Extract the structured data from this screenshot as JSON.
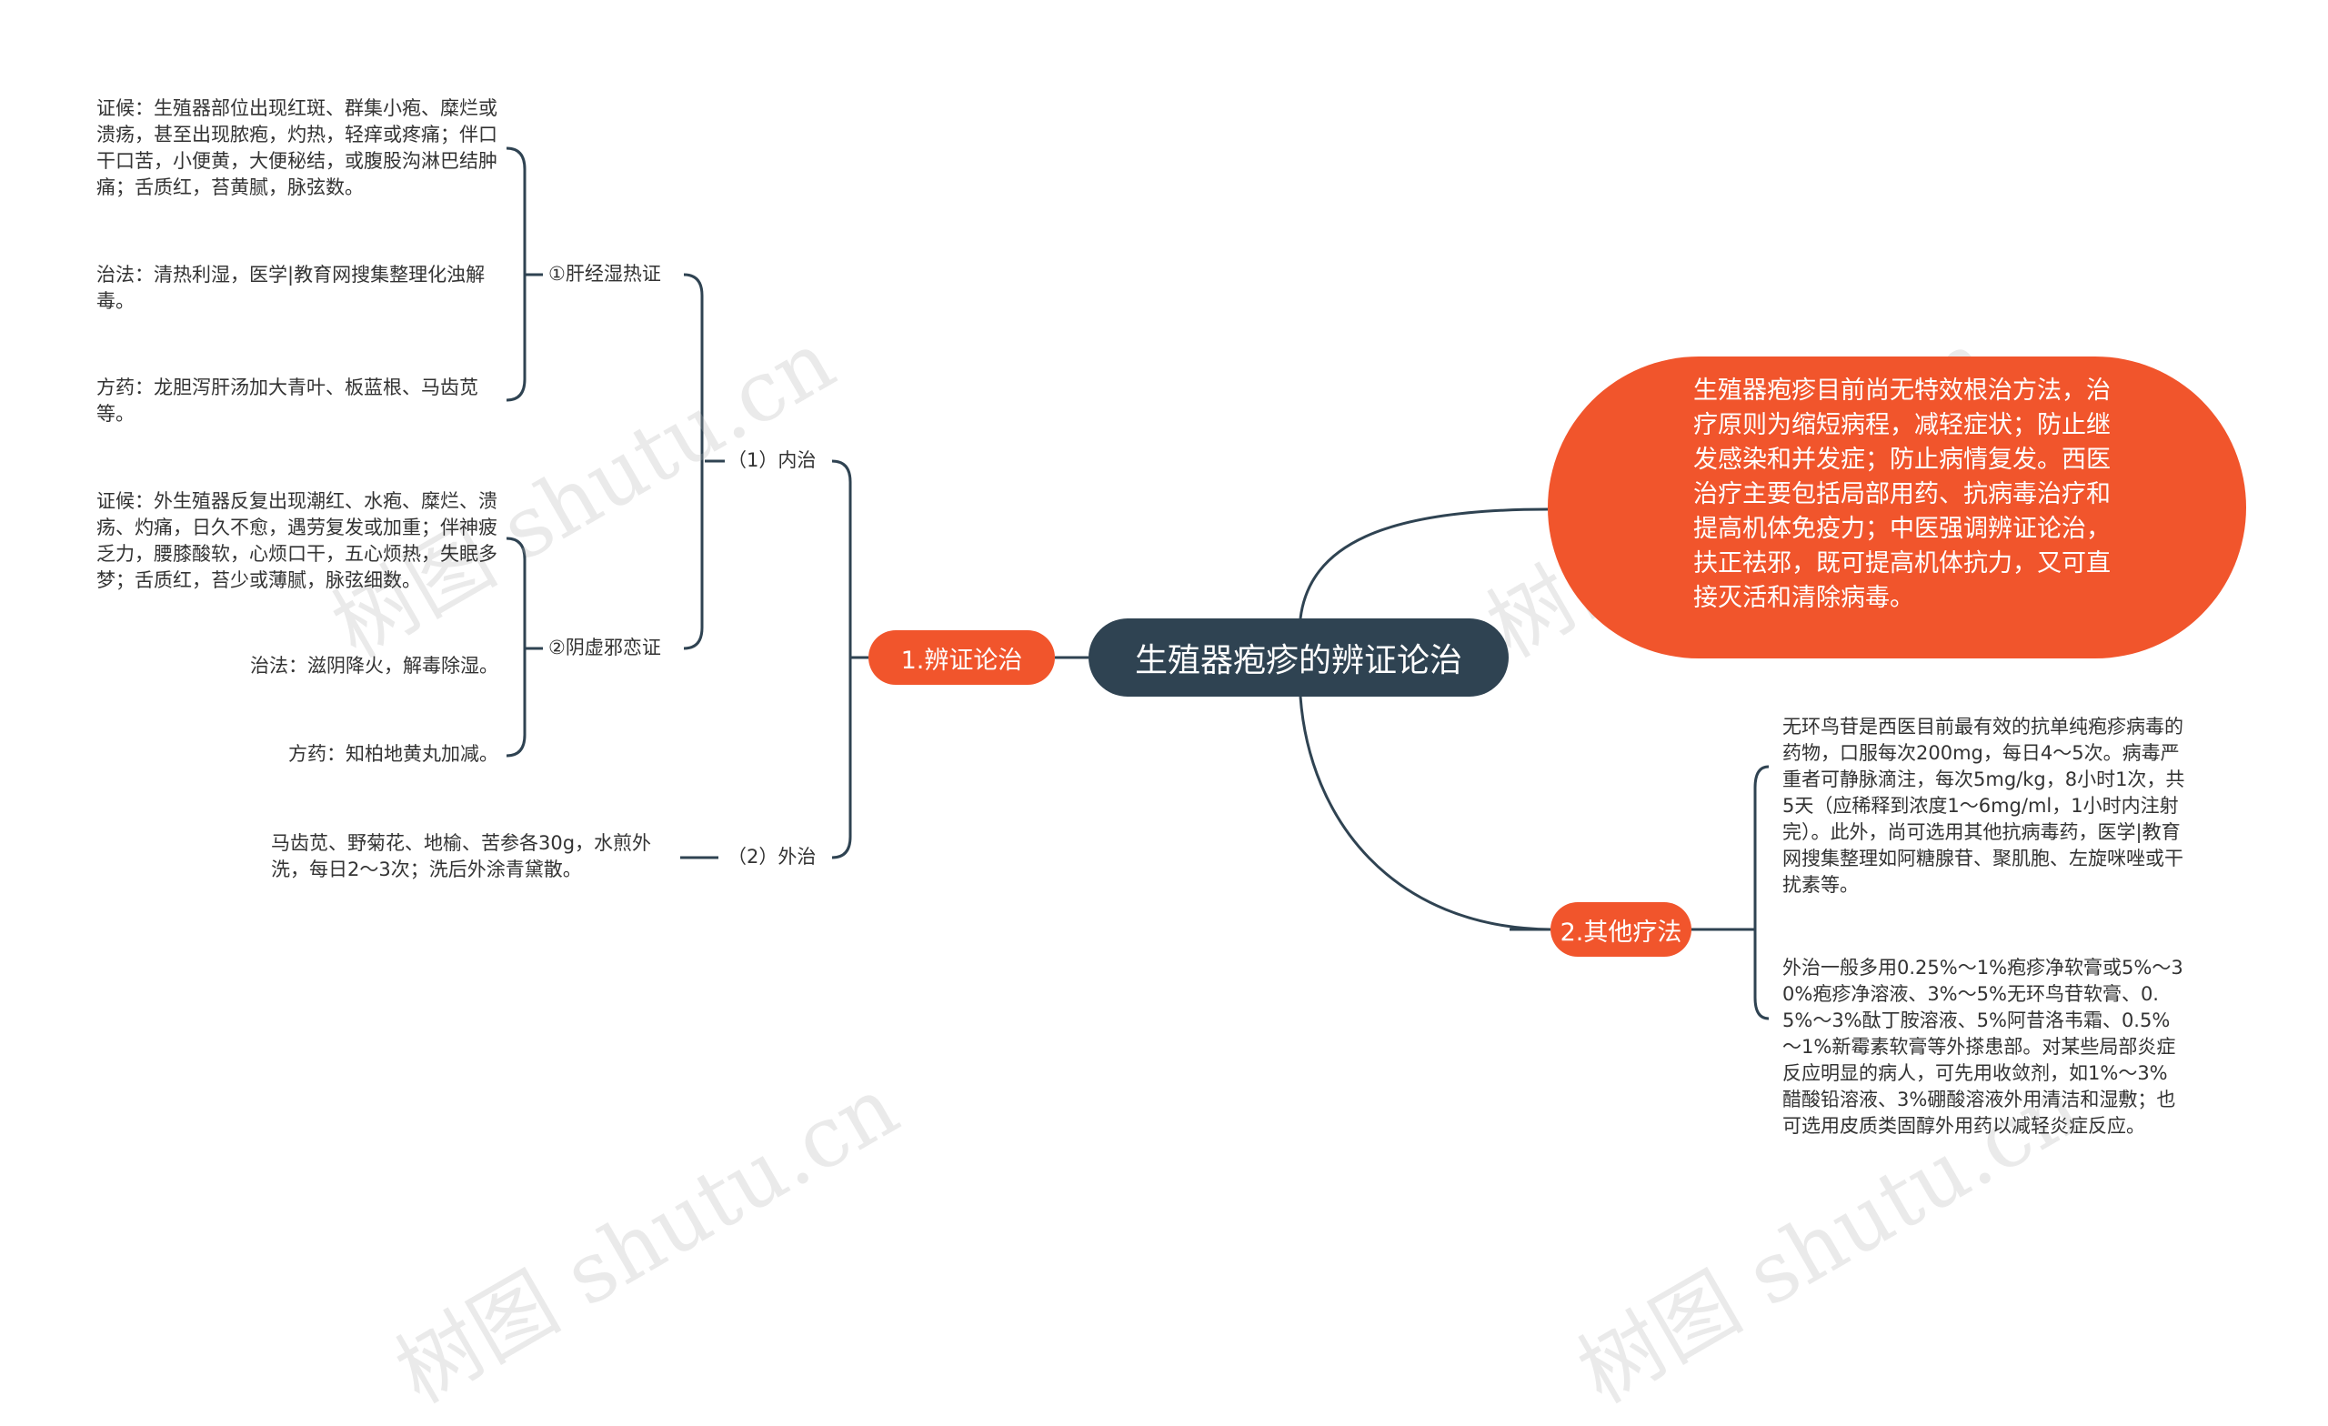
{
  "root": {
    "title": "生殖器疱疹的辨证论治"
  },
  "intro": "生殖器疱疹目前尚无特效根治方法，治疗原则为缩短病程，减轻症状；防止继发感染和并发症；防止病情复发。西医治疗主要包括局部用药、抗病毒治疗和提高机体免疫力；中医强调辨证论治，扶正祛邪，既可提高机体抗力，又可直接灭活和清除病毒。",
  "branch1": {
    "label": "1.辨证论治",
    "inner": {
      "label": "（1）内治",
      "pattern1": {
        "label": "①肝经湿热证",
        "symptoms": "证候：生殖器部位出现红斑、群集小疱、糜烂或溃疡，甚至出现脓疱，灼热，轻痒或疼痛；伴口干口苦，小便黄，大便秘结，或腹股沟淋巴结肿痛；舌质红，苔黄腻，脉弦数。",
        "method": "治法：清热利湿，医学|教育网搜集整理化浊解毒。",
        "prescription": "方药：龙胆泻肝汤加大青叶、板蓝根、马齿苋等。"
      },
      "pattern2": {
        "label": "②阴虚邪恋证",
        "symptoms": "证候：外生殖器反复出现潮红、水疱、糜烂、溃疡、灼痛，日久不愈，遇劳复发或加重；伴神疲乏力，腰膝酸软，心烦口干，五心烦热，失眠多梦；舌质红，苔少或薄腻，脉弦细数。",
        "method": "治法：滋阴降火，解毒除湿。",
        "prescription": "方药：知柏地黄丸加减。"
      }
    },
    "outer": {
      "label": "（2）外治",
      "text": "马齿苋、野菊花、地榆、苦参各30g，水煎外洗，每日2～3次；洗后外涂青黛散。"
    }
  },
  "branch2": {
    "label": "2.其他疗法",
    "text1": "无环鸟苷是西医目前最有效的抗单纯疱疹病毒的药物，口服每次200mg，每日4～5次。病毒严重者可静脉滴注，每次5mg/kg，8小时1次，共5天（应稀释到浓度1～6mg/ml，1小时内注射完）。此外，尚可选用其他抗病毒药，医学|教育网搜集整理如阿糖腺苷、聚肌胞、左旋咪唑或干扰素等。",
    "text2": "外治一般多用0.25%～1%疱疹净软膏或5%～30%疱疹净溶液、3%～5%无环鸟苷软膏、0.5%～3%酞丁胺溶液、5%阿昔洛韦霜、0.5%～1%新霉素软膏等外搽患部。对某些局部炎症反应明显的病人，可先用收敛剂，如1%～3%醋酸铅溶液、3%硼酸溶液外用清洁和湿敷；也可选用皮质类固醇外用药以减轻炎症反应。"
  },
  "watermark": "树图 shutu.cn",
  "colors": {
    "accent": "#f1552c",
    "root": "#2f4352",
    "line": "#2f4352"
  }
}
